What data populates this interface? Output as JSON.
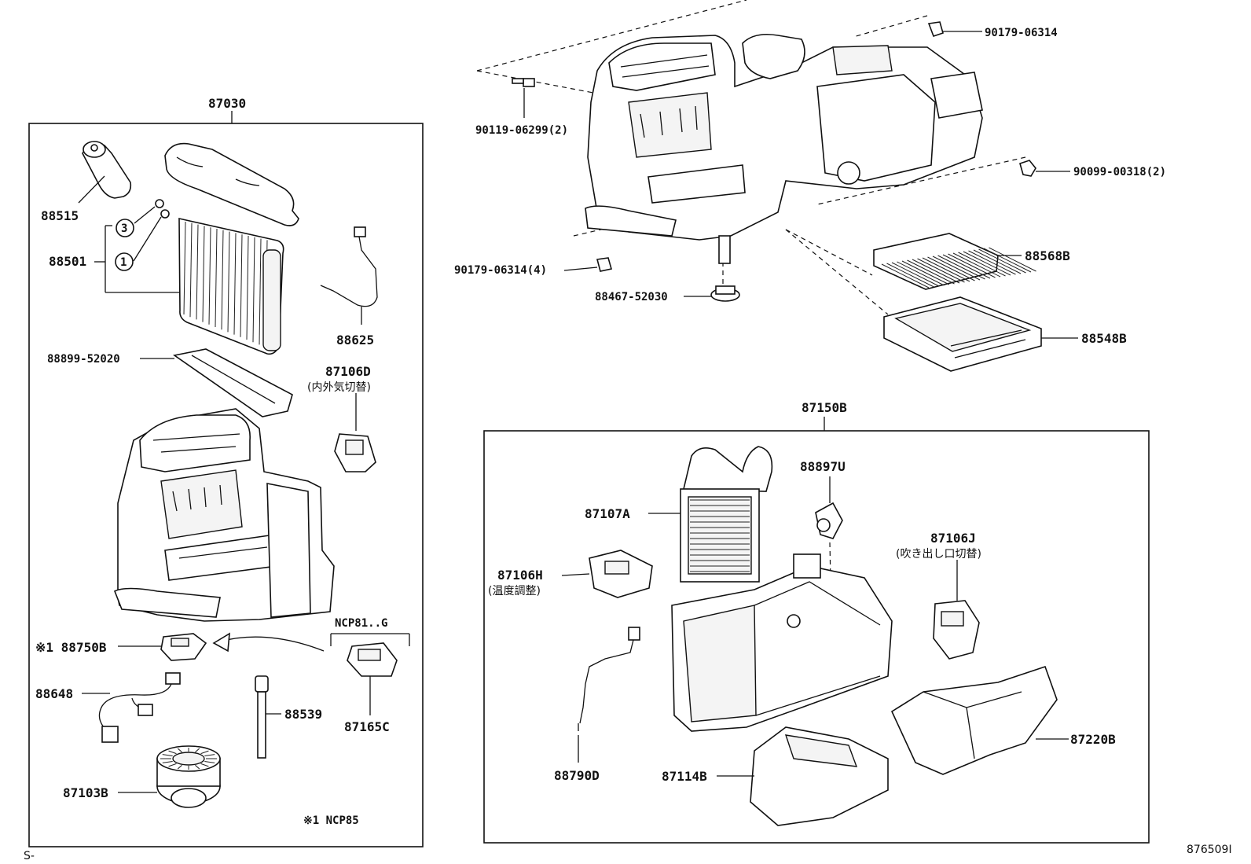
{
  "group_left": {
    "code": "87030"
  },
  "group_right": {
    "code": "87150B"
  },
  "labels": {
    "p88515": "88515",
    "p88501": "88501",
    "c3": "3",
    "c1": "1",
    "p88625": "88625",
    "p88899": "88899-52020",
    "p87106D": "87106D",
    "p87106D_note": "(内外気切替)",
    "p88750B": "※1 88750B",
    "p88648": "88648",
    "p88539": "88539",
    "p87165C": "87165C",
    "ncp81": "NCP81..G",
    "p87103B": "87103B",
    "note_ncp85": "※1 NCP85",
    "p90179a": "90179-06314",
    "p90119": "90119-06299(2)",
    "p90099": "90099-00318(2)",
    "p90179b": "90179-06314(4)",
    "p88467": "88467-52030",
    "p88568B": "88568B",
    "p88548B": "88548B",
    "p88897U": "88897U",
    "p87107A": "87107A",
    "p87106J": "87106J",
    "p87106J_note": "(吹き出し口切替)",
    "p87106H": "87106H",
    "p87106H_note": "(温度調整)",
    "p88790D": "88790D",
    "p87114B": "87114B",
    "p87220B": "87220B"
  },
  "footer": {
    "left": "S-",
    "right": "876509I"
  }
}
